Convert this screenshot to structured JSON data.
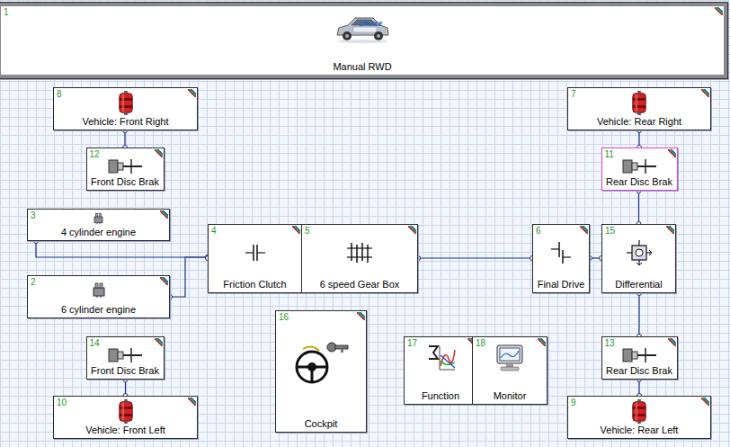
{
  "diagram": {
    "nodes": [
      {
        "text": [
          "1",
          "Manual RWD"
        ]
      },
      {
        "text": [
          "8",
          "Vehicle: Front Right"
        ]
      },
      {
        "text": [
          "7",
          "Vehicle: Rear Right"
        ]
      },
      {
        "text": [
          "12",
          "Front Disc Brak"
        ]
      },
      {
        "text": [
          "11",
          "Rear Disc Brak"
        ]
      },
      {
        "text": [
          "3",
          "4 cylinder engine"
        ]
      },
      {
        "text": [
          "4",
          "Friction Clutch"
        ]
      },
      {
        "text": [
          "5",
          "6 speed Gear Box"
        ]
      },
      {
        "text": [
          "6",
          "Final Drive"
        ]
      },
      {
        "text": [
          "15",
          "Differential"
        ]
      },
      {
        "text": [
          "2",
          "6 cylinder engine"
        ]
      },
      {
        "text": [
          "16",
          "Cockpit"
        ]
      },
      {
        "text": [
          "14",
          "Front Disc Brak"
        ]
      },
      {
        "text": [
          "17",
          "Function"
        ]
      },
      {
        "text": [
          "18",
          "Monitor"
        ]
      },
      {
        "text": [
          "13",
          "Rear Disc Brak"
        ]
      },
      {
        "text": [
          "10",
          "Vehicle: Front Left"
        ]
      },
      {
        "text": [
          "9",
          "Vehicle: Rear Left"
        ]
      }
    ],
    "edges": [
      {
        "from": 1,
        "to": 3,
        "arrow": "none"
      },
      {
        "from": 2,
        "to": 4,
        "arrow": "none"
      },
      {
        "from": 4,
        "to": 9,
        "arrow": "none"
      },
      {
        "from": 5,
        "to": 6,
        "arrow": "none"
      },
      {
        "from": 10,
        "to": 6,
        "arrow": "none"
      },
      {
        "from": 6,
        "to": 7,
        "arrow": "none"
      },
      {
        "from": 7,
        "to": 8,
        "arrow": "none"
      },
      {
        "from": 8,
        "to": 9,
        "arrow": "none"
      },
      {
        "from": 9,
        "to": 15,
        "arrow": "none"
      },
      {
        "from": 15,
        "to": 17,
        "arrow": "none"
      },
      {
        "from": 12,
        "to": 16,
        "arrow": "none"
      }
    ],
    "labels": [
      "CRUISE"
    ]
  }
}
